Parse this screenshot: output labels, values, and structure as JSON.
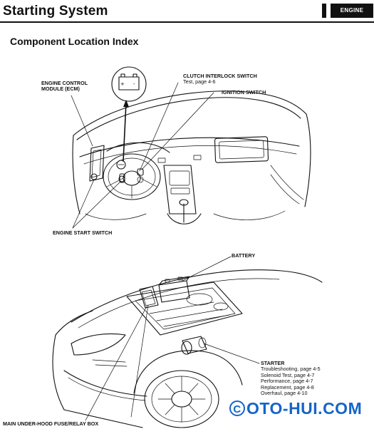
{
  "header": {
    "title": "Starting System",
    "section_tab": "ENGINE"
  },
  "section": {
    "heading": "Component Location Index"
  },
  "callouts": {
    "ecm": {
      "label_line1": "ENGINE CONTROL",
      "label_line2": "MODULE (ECM)"
    },
    "clutch_interlock": {
      "label": "CLUTCH INTERLOCK SWITCH",
      "ref": "Test, page 4-6"
    },
    "ignition_switch": {
      "label": "IGNITION SWITCH"
    },
    "engine_start_switch": {
      "label": "ENGINE START SWITCH"
    },
    "battery": {
      "label": "BATTERY"
    },
    "starter": {
      "label": "STARTER",
      "refs": [
        "Troubleshooting, page 4-5",
        "Solenoid Test, page 4-7",
        "Performance, page 4-7",
        "Replacement, page 4-8",
        "Overhaul, page 4-10"
      ]
    },
    "fuse_box": {
      "label": "MAIN UNDER-HOOD FUSE/RELAY BOX"
    }
  },
  "watermark": {
    "symbol": "C",
    "text": "OTO-HUI.COM",
    "color": "#1565c8"
  }
}
